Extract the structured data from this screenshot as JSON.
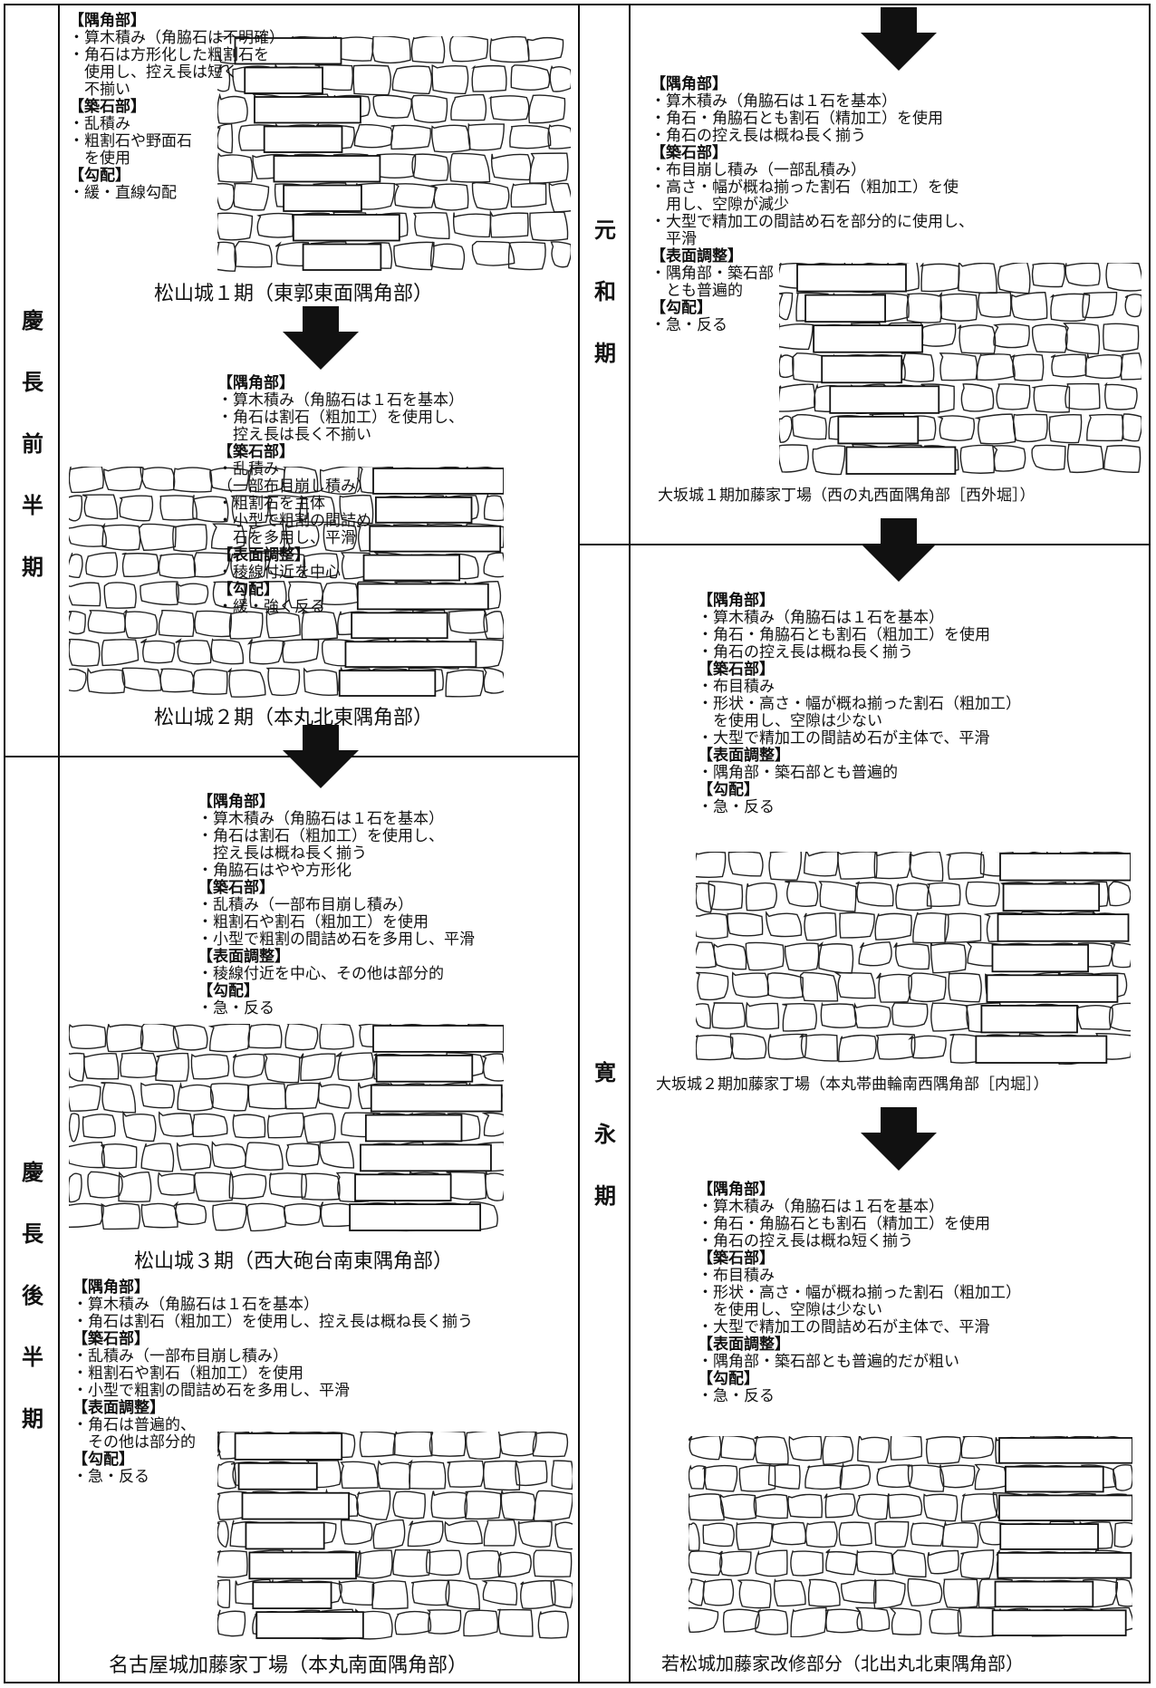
{
  "periods": {
    "keicho_first": [
      "慶",
      "長",
      "前",
      "半",
      "期"
    ],
    "keicho_second": [
      "慶",
      "長",
      "後",
      "半",
      "期"
    ],
    "genna": [
      "元",
      "和",
      "期"
    ],
    "kanei": [
      "寛",
      "永",
      "期"
    ]
  },
  "panels": [
    {
      "id": "matsuyama1",
      "caption": "松山城１期（東郭東面隅角部）",
      "sections": [
        {
          "heading": "【隅角部】",
          "lines": [
            "・算木積み（角脇石は不明確）",
            "・角石は方形化した粗割石を",
            "　使用し、控え長は短く",
            "　不揃い"
          ]
        },
        {
          "heading": "【築石部】",
          "lines": [
            "・乱積み",
            "・粗割石や野面石",
            "　を使用"
          ]
        },
        {
          "heading": "【勾配】",
          "lines": [
            "・緩・直線勾配"
          ]
        }
      ]
    },
    {
      "id": "matsuyama2",
      "caption": "松山城２期（本丸北東隅角部）",
      "sections": [
        {
          "heading": "【隅角部】",
          "lines": [
            "・算木積み（角脇石は１石を基本）",
            "・角石は割石（粗加工）を使用し、",
            "　控え長は長く不揃い"
          ]
        },
        {
          "heading": "【築石部】",
          "lines": [
            "・乱積み",
            "（一部布目崩し積み）",
            "・粗割石を主体",
            "・小型で粗割の間詰め",
            "　石を多用し、平滑"
          ]
        },
        {
          "heading": "【表面調整】",
          "lines": [
            "・稜線付近を中心"
          ]
        },
        {
          "heading": "【勾配】",
          "lines": [
            "・緩・強く反る"
          ]
        }
      ]
    },
    {
      "id": "matsuyama3",
      "caption": "松山城３期（西大砲台南東隅角部）",
      "sections": [
        {
          "heading": "【隅角部】",
          "lines": [
            "・算木積み（角脇石は１石を基本）",
            "・角石は割石（粗加工）を使用し、",
            "　控え長は概ね長く揃う",
            "・角脇石はやや方形化"
          ]
        },
        {
          "heading": "【築石部】",
          "lines": [
            "・乱積み（一部布目崩し積み）",
            "・粗割石や割石（粗加工）を使用",
            "・小型で粗割の間詰め石を多用し、平滑"
          ]
        },
        {
          "heading": "【表面調整】",
          "lines": [
            "・稜線付近を中心、その他は部分的"
          ]
        },
        {
          "heading": "【勾配】",
          "lines": [
            "・急・反る"
          ]
        }
      ]
    },
    {
      "id": "nagoya",
      "caption": "名古屋城加藤家丁場（本丸南面隅角部）",
      "sections": [
        {
          "heading": "【隅角部】",
          "lines": [
            "・算木積み（角脇石は１石を基本）",
            "・角石は割石（粗加工）を使用し、控え長は概ね長く揃う"
          ]
        },
        {
          "heading": "【築石部】",
          "lines": [
            "・乱積み（一部布目崩し積み）",
            "・粗割石や割石（粗加工）を使用",
            "・小型で粗割の間詰め石を多用し、平滑"
          ]
        },
        {
          "heading": "【表面調整】",
          "lines": [
            "・角石は普遍的、",
            "　その他は部分的"
          ]
        },
        {
          "heading": "【勾配】",
          "lines": [
            "・急・反る"
          ]
        }
      ]
    },
    {
      "id": "osaka1",
      "caption": "大坂城１期加藤家丁場（西の丸西面隅角部［西外堀］）",
      "sections": [
        {
          "heading": "【隅角部】",
          "lines": [
            "・算木積み（角脇石は１石を基本）",
            "・角石・角脇石とも割石（精加工）を使用",
            "・角石の控え長は概ね長く揃う"
          ]
        },
        {
          "heading": "【築石部】",
          "lines": [
            "・布目崩し積み（一部乱積み）",
            "・高さ・幅が概ね揃った割石（粗加工）を使",
            "　用し、空隙が減少",
            "・大型で精加工の間詰め石を部分的に使用し、",
            "　平滑"
          ]
        },
        {
          "heading": "【表面調整】",
          "lines": [
            "・隅角部・築石部",
            "　とも普遍的"
          ]
        },
        {
          "heading": "【勾配】",
          "lines": [
            "・急・反る"
          ]
        }
      ]
    },
    {
      "id": "osaka2",
      "caption": "大坂城２期加藤家丁場（本丸帯曲輪南西隅角部［内堀］）",
      "sections": [
        {
          "heading": "【隅角部】",
          "lines": [
            "・算木積み（角脇石は１石を基本）",
            "・角石・角脇石とも割石（粗加工）を使用",
            "・角石の控え長は概ね長く揃う"
          ]
        },
        {
          "heading": "【築石部】",
          "lines": [
            "・布目積み",
            "・形状・高さ・幅が概ね揃った割石（粗加工）",
            "　を使用し、空隙は少ない",
            "・大型で精加工の間詰め石が主体で、平滑"
          ]
        },
        {
          "heading": "【表面調整】",
          "lines": [
            "・隅角部・築石部とも普遍的"
          ]
        },
        {
          "heading": "【勾配】",
          "lines": [
            "・急・反る"
          ]
        }
      ]
    },
    {
      "id": "wakamatsu",
      "caption": "若松城加藤家改修部分（北出丸北東隅角部）",
      "sections": [
        {
          "heading": "【隅角部】",
          "lines": [
            "・算木積み（角脇石は１石を基本）",
            "・角石・角脇石とも割石（精加工）を使用",
            "・角石の控え長は概ね短く揃う"
          ]
        },
        {
          "heading": "【築石部】",
          "lines": [
            "・布目積み",
            "・形状・高さ・幅が概ね揃った割石（粗加工）",
            "　を使用し、空隙は少ない",
            "・大型で精加工の間詰め石が主体で、平滑"
          ]
        },
        {
          "heading": "【表面調整】",
          "lines": [
            "・隅角部・築石部とも普遍的だが粗い"
          ]
        },
        {
          "heading": "【勾配】",
          "lines": [
            "・急・反る"
          ]
        }
      ]
    }
  ]
}
